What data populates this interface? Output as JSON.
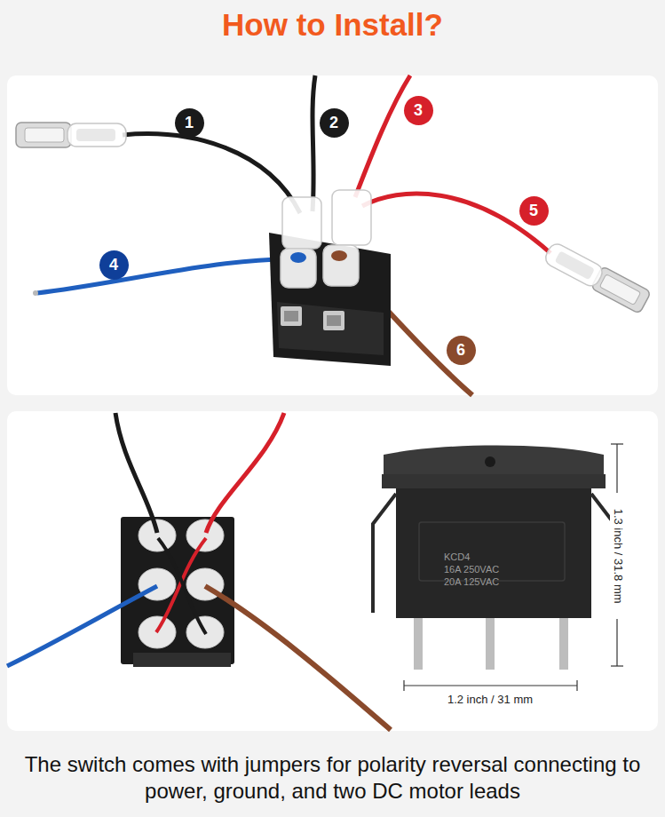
{
  "diagram": {
    "title": "How to Install?",
    "caption": "The switch comes with jumpers for polarity reversal connecting to power, ground, and two DC motor leads",
    "nodes": [
      {
        "text": [
          "1"
        ]
      },
      {
        "text": [
          "2"
        ]
      },
      {
        "text": [
          "3"
        ]
      },
      {
        "text": [
          "4"
        ]
      },
      {
        "text": [
          "5"
        ]
      },
      {
        "text": [
          "6"
        ]
      }
    ],
    "labels": [
      "KCD4",
      "16A 250VAC",
      "20A 125VAC",
      "1.3 inch / 31.8 mm",
      "1.2 inch / 31 mm"
    ]
  }
}
